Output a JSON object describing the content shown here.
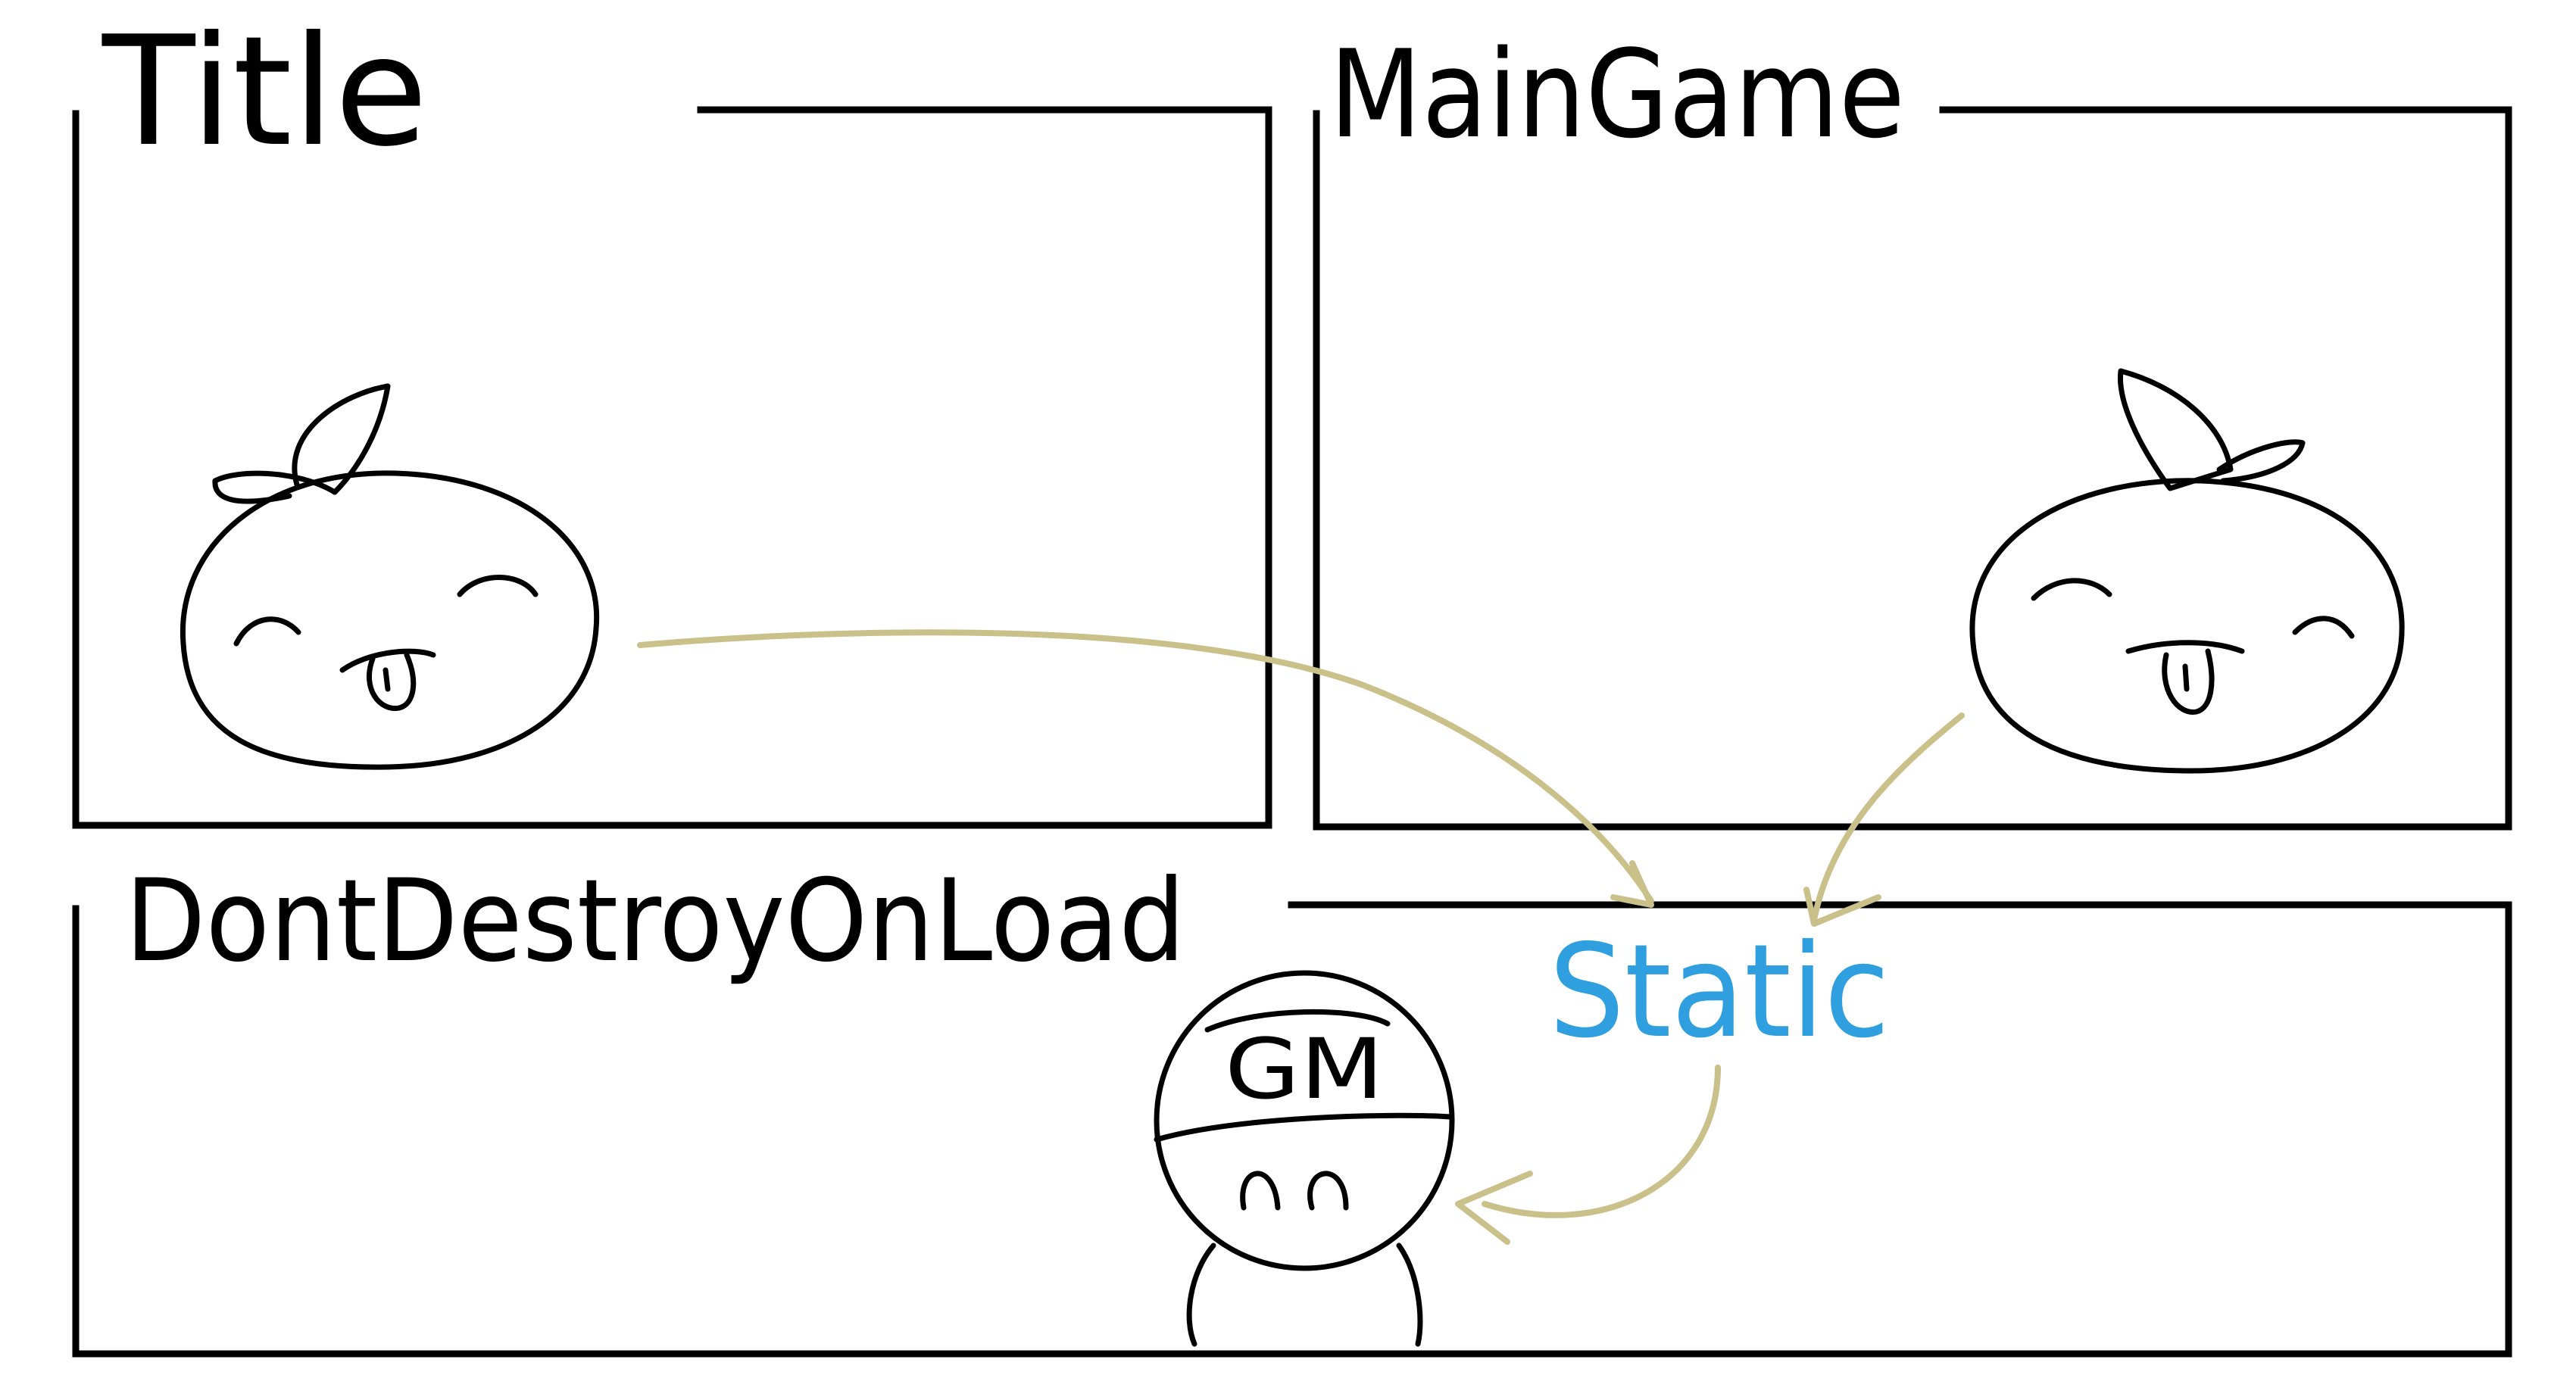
{
  "scenes": {
    "title": {
      "label": "Title"
    },
    "main_game": {
      "label": "MainGame"
    },
    "dont_destroy": {
      "label": "DontDestroyOnLoad"
    }
  },
  "static_label": "Static",
  "gm_badge": "GM",
  "colors": {
    "ink": "#000000",
    "arrow": "#c9c08a",
    "static": "#2f9fe0",
    "background": "#ffffff"
  },
  "icons": {
    "title_character": "onion-mascot-icon",
    "main_game_character": "onion-mascot-icon",
    "game_manager": "gm-person-icon"
  }
}
